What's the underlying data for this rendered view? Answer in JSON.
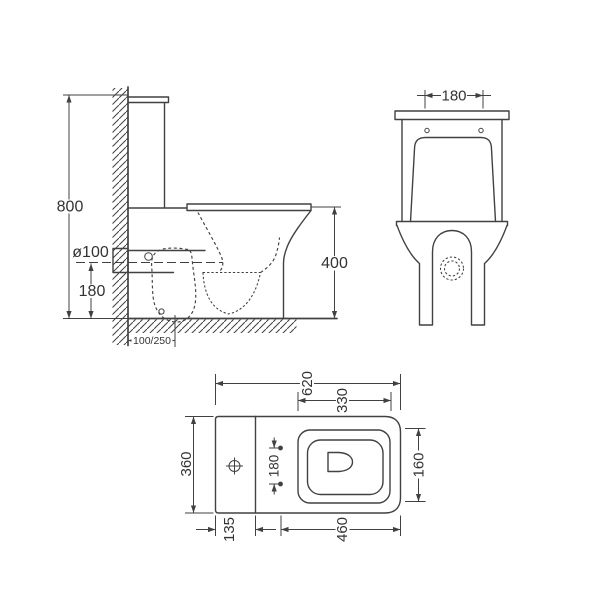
{
  "colors": {
    "background": "#ffffff",
    "line": "#414141",
    "text": "#333333"
  },
  "side_view": {
    "overall_height": "800",
    "outlet_diameter": "ø100",
    "outlet_height": "180",
    "bowl_height": "400",
    "outlet_distance": "100/250"
  },
  "rear_view": {
    "tank_hole_spacing": "180"
  },
  "plan_view": {
    "overall_length": "620",
    "seat_length": "330",
    "overall_width": "360",
    "seat_width": "160",
    "bowl_length": "460",
    "tank_depth": "135",
    "hinge_spacing": "180"
  }
}
